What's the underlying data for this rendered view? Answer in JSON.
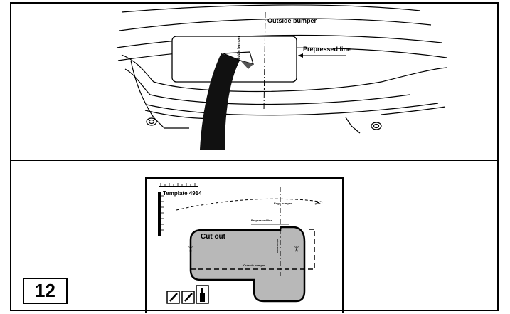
{
  "step_number": "12",
  "bumper_illustration": {
    "outside_bumper_label": "Outside bumper",
    "prepressed_line_label": "Prepressed line",
    "middle_bumper_label": "Middle bumper"
  },
  "template_sheet": {
    "title": "Template 4914",
    "edge_bumper_label": "Edge bumper",
    "prepressed_line_label": "Prepressed line",
    "cut_out_label": "Cut out",
    "outside_bumper_label": "Outside bumper",
    "middle_bumper_label": "Middle bumper",
    "cutout_fill_color": "#b8b8b8",
    "tool_icons": [
      "knife-icon",
      "pen-icon",
      "spray-bottle-icon"
    ]
  }
}
